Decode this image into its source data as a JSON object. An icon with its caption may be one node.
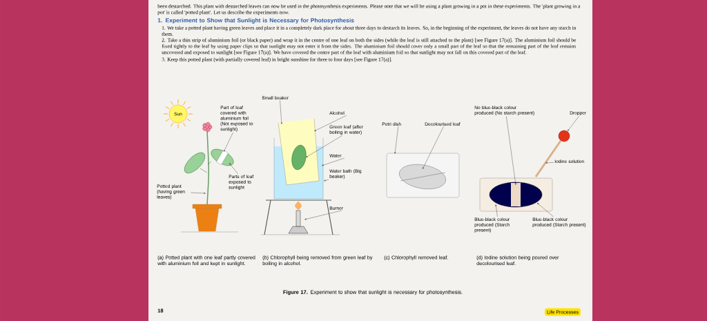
{
  "diagram": {
    "nodes": [
      {
        "text": [
          "Sun"
        ]
      },
      {
        "text": [
          "Potted plant (having green leaves)"
        ]
      },
      {
        "text": [
          "Part of leaf covered with aluminium foil (Not exposed to sunlight)"
        ]
      },
      {
        "text": [
          "Parts of leaf exposed to sunlight"
        ]
      },
      {
        "text": [
          "Small beaker"
        ]
      },
      {
        "text": [
          "Alcohol"
        ]
      },
      {
        "text": [
          "Green leaf (after boiling in water)"
        ]
      },
      {
        "text": [
          "Water"
        ]
      },
      {
        "text": [
          "Water bath (Big beaker)"
        ]
      },
      {
        "text": [
          "Burner"
        ]
      },
      {
        "text": [
          "Petri dish"
        ]
      },
      {
        "text": [
          "Decolourised leaf"
        ]
      },
      {
        "text": [
          "No blue-black colour produced (No starch present)"
        ]
      },
      {
        "text": [
          "Dropper"
        ]
      },
      {
        "text": [
          "Iodine solution"
        ]
      },
      {
        "text": [
          "Blue-black colour produced (Starch present)"
        ]
      },
      {
        "text": [
          "Blue-black colour produced (Starch present)"
        ]
      },
      {
        "text": [
          "Life Processes"
        ]
      },
      {
        "text": [],
        "shape": "picture"
      },
      {
        "text": [],
        "shape": "picture"
      },
      {
        "text": [],
        "shape": "picture"
      },
      {
        "text": [],
        "shape": "picture"
      }
    ],
    "edges": [
      {
        "from": 1,
        "to": 18,
        "arrow": "to"
      },
      {
        "from": 2,
        "to": 18,
        "arrow": "to"
      },
      {
        "from": 3,
        "to": 18,
        "arrow": "to"
      },
      {
        "from": 4,
        "to": 19,
        "arrow": "to"
      },
      {
        "from": 5,
        "to": 19,
        "arrow": "to"
      },
      {
        "from": 6,
        "to": 19,
        "arrow": "to"
      },
      {
        "from": 7,
        "to": 19,
        "arrow": "to"
      },
      {
        "from": 8,
        "to": 19,
        "arrow": "to"
      },
      {
        "from": 9,
        "to": 19,
        "arrow": "to"
      },
      {
        "from": 10,
        "to": 20,
        "arrow": "to"
      },
      {
        "from": 11,
        "to": 20,
        "arrow": "to"
      },
      {
        "from": 12,
        "to": 21,
        "arrow": "to"
      },
      {
        "from": 13,
        "to": 21,
        "arrow": "to"
      },
      {
        "from": 14,
        "to": 21,
        "arrow": "to"
      },
      {
        "from": 15,
        "to": 21,
        "arrow": "to"
      },
      {
        "from": 16,
        "to": 21,
        "arrow": "to"
      }
    ],
    "labels": [
      "been destarched. This plant with destarched leaves can now be used in the photosynthesis experiments. Please note that we will be using a plant growing in a pot in these experiments. The 'plant growing in a pot' is called 'potted plant'. Let us describe the experiments now.",
      "1. Experiment to Show that Sunlight is Necessary for Photosynthesis",
      "1. We take a potted plant having green leaves and place it in a completely dark place for about three days to destarch its leaves. So, in the beginning of the experiment, the leaves do not have any starch in them.",
      "2. Take a thin strip of aluminium foil (or black paper) and wrap it in the centre of one leaf on both the sides (while the leaf is still attached to the plant) [see Figure 17(a)]. The aluminium foil should be fixed tightly to the leaf by using paper clips so that sunlight may not enter it from the sides. The aluminium foil should cover only a small part of the leaf so that the remaining part of the leaf remains uncovered and exposed to sunlight [see Figure 17(a)]. We have covered the centre part of the leaf with aluminium foil so that sunlight may not fall on this covered part of the leaf.",
      "3. Keep this potted plant (with partially covered leaf) in bright sunshine for three to four days [see Figure 17(a)].",
      "(a) Potted plant with one leaf partly covered with aluminium foil and kept in sunlight.",
      "(b) Chlorophyll being removed from green leaf by boiling in alcohol.",
      "(c) Chlorophyll removed leaf.",
      "(d) Iodine solution being poured over decolourised leaf.",
      "**Figure 17.** Experiment to show that sunlight is necessary for photosynthesis.",
      "18"
    ]
  }
}
